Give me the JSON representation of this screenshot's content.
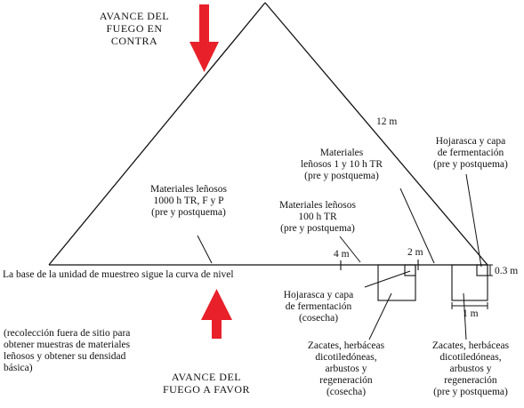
{
  "colors": {
    "arrow": "#e8202a",
    "ink": "#111111",
    "background": "#ffffff"
  },
  "labels": {
    "fire_against": [
      "AVANCE DEL",
      "FUEGO EN",
      "CONTRA"
    ],
    "fire_favor": [
      "AVANCE DEL",
      "FUEGO A FAVOR"
    ],
    "side_12m": "12 m",
    "woody_1000": [
      "Materiales leñosos",
      "1000 h TR, F y P",
      "(pre y postquema)"
    ],
    "woody_100": [
      "Materiales leñosos",
      "100 h TR",
      "(pre y postquema)"
    ],
    "woody_1_10": [
      "Materiales",
      "leñosos 1 y 10 h TR",
      "(pre y postquema)"
    ],
    "litter_pre_post": [
      "Hojarasca y capa",
      "de fermentación",
      "(pre y postquema)"
    ],
    "baseline": "La base de la unidad de muestreo sigue la curva de nivel",
    "tick_4m": "4 m",
    "tick_2m": "2 m",
    "dim_03m": "0.3 m",
    "dim_1m": "1 m",
    "litter_harvest": [
      "Hojarasca y capa",
      "de fermentación",
      "(cosecha)"
    ],
    "offsite_note": [
      "(recolección fuera de sitio para",
      "obtener muestras de materiales",
      "leñosos y obtener su densidad",
      "básica)"
    ],
    "grass_harvest": [
      "Zacates, herbáceas",
      "dicotiledóneas,",
      "arbustos y",
      "regeneración",
      "(cosecha)"
    ],
    "grass_pre_post": [
      "Zacates, herbáceas",
      "dicotiledóneas,",
      "arbustos y",
      "regeneración",
      "(pre y postquema)"
    ]
  }
}
